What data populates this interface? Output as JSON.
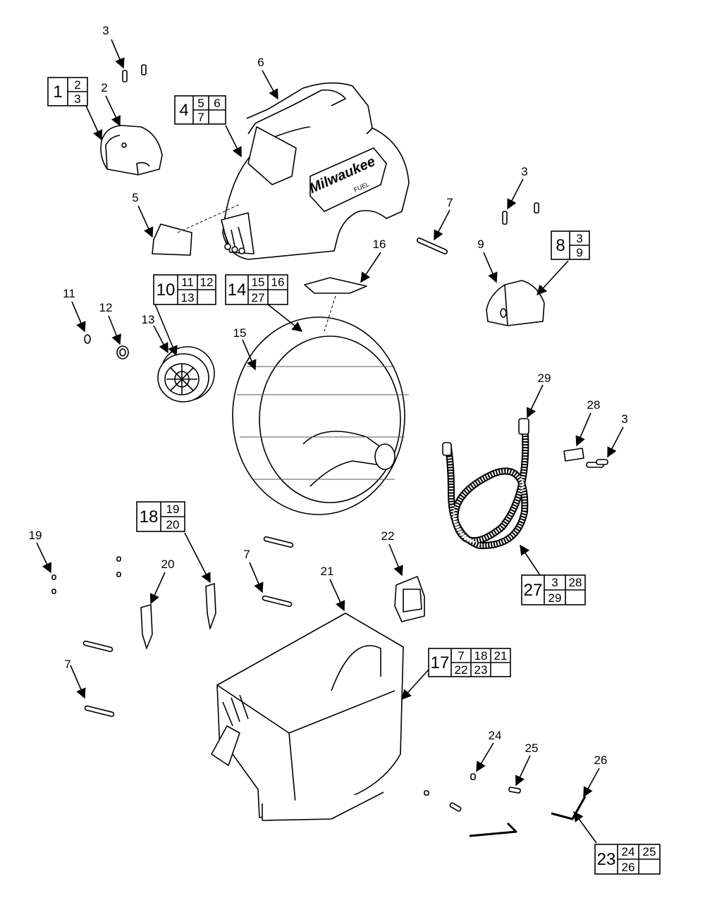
{
  "callouts": [
    {
      "id": "c3a",
      "label": "3"
    },
    {
      "id": "c2",
      "label": "2"
    },
    {
      "id": "c6",
      "label": "6"
    },
    {
      "id": "c5",
      "label": "5"
    },
    {
      "id": "c3b",
      "label": "3"
    },
    {
      "id": "c7a",
      "label": "7"
    },
    {
      "id": "c9",
      "label": "9"
    },
    {
      "id": "c16",
      "label": "16"
    },
    {
      "id": "c11",
      "label": "11"
    },
    {
      "id": "c12",
      "label": "12"
    },
    {
      "id": "c13",
      "label": "13"
    },
    {
      "id": "c15",
      "label": "15"
    },
    {
      "id": "c29",
      "label": "29"
    },
    {
      "id": "c28",
      "label": "28"
    },
    {
      "id": "c3c",
      "label": "3"
    },
    {
      "id": "c19",
      "label": "19"
    },
    {
      "id": "c20",
      "label": "20"
    },
    {
      "id": "c7b",
      "label": "7"
    },
    {
      "id": "c21",
      "label": "21"
    },
    {
      "id": "c22",
      "label": "22"
    },
    {
      "id": "c7c",
      "label": "7"
    },
    {
      "id": "c24",
      "label": "24"
    },
    {
      "id": "c25",
      "label": "25"
    },
    {
      "id": "c26",
      "label": "26"
    }
  ],
  "kits": [
    {
      "id": "k1",
      "main": "1",
      "cells": [
        [
          "2"
        ],
        [
          "3"
        ]
      ]
    },
    {
      "id": "k4",
      "main": "4",
      "cells": [
        [
          "5",
          "6"
        ],
        [
          "7",
          ""
        ]
      ]
    },
    {
      "id": "k8",
      "main": "8",
      "cells": [
        [
          "3"
        ],
        [
          "9"
        ]
      ]
    },
    {
      "id": "k10",
      "main": "10",
      "cells": [
        [
          "11",
          "12"
        ],
        [
          "13",
          ""
        ]
      ]
    },
    {
      "id": "k14",
      "main": "14",
      "cells": [
        [
          "15",
          "16"
        ],
        [
          "27",
          ""
        ]
      ]
    },
    {
      "id": "k18",
      "main": "18",
      "cells": [
        [
          "19"
        ],
        [
          "20"
        ]
      ]
    },
    {
      "id": "k27",
      "main": "27",
      "cells": [
        [
          "3",
          "28"
        ],
        [
          "29",
          ""
        ]
      ]
    },
    {
      "id": "k17",
      "main": "17",
      "cells": [
        [
          "7",
          "18",
          "21"
        ],
        [
          "22",
          "23",
          ""
        ]
      ]
    },
    {
      "id": "k23",
      "main": "23",
      "cells": [
        [
          "24",
          "25"
        ],
        [
          "26",
          ""
        ]
      ]
    }
  ],
  "logo": {
    "brand": "Milwaukee",
    "sub": "FUEL"
  }
}
